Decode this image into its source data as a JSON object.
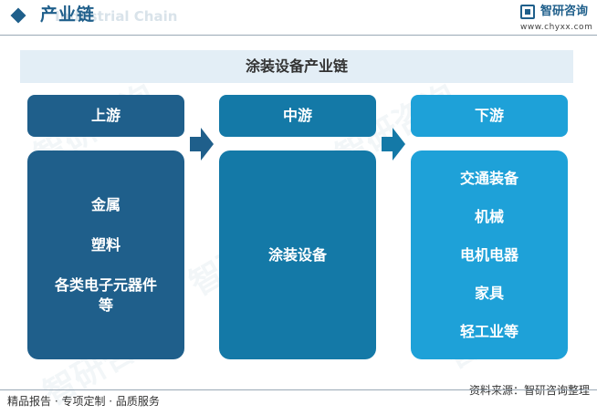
{
  "header": {
    "title": "产业链",
    "subtitle_en": "Industrial Chain",
    "logo_name": "智研咨询",
    "logo_url": "www.chyxx.com"
  },
  "chain": {
    "title": "涂装设备产业链",
    "stages": [
      {
        "label": "上游",
        "items": [
          "金属",
          "塑料",
          "各类电子元器件\n等"
        ]
      },
      {
        "label": "中游",
        "items": [
          "涂装设备"
        ]
      },
      {
        "label": "下游",
        "items": [
          "交通装备",
          "机械",
          "电机电器",
          "家具",
          "轻工业等"
        ]
      }
    ]
  },
  "footer": {
    "services": "精品报告 · 专项定制 · 品质服务",
    "source": "资料来源：智研咨询整理"
  },
  "watermark": "智研咨询",
  "colors": {
    "upstream": "#1f5f8b",
    "midstream": "#1479a7",
    "downstream": "#1ea1d8",
    "title_bar": "#e3eef6"
  }
}
